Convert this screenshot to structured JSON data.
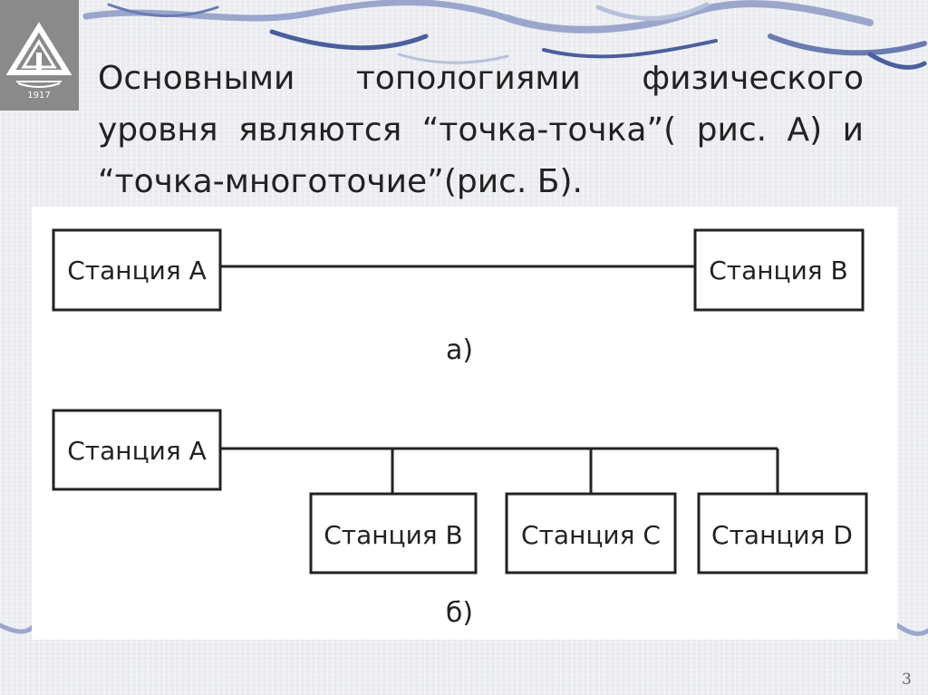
{
  "slide": {
    "title": "Основными топологиями физического уровня являются “точка-точка”( рис. А) и “точка-многоточие”(рис. Б).",
    "logo_year": "1917",
    "page_number": "3"
  },
  "diagram_a": {
    "station_left": "Станция А",
    "station_right": "Станция В",
    "caption": "а)"
  },
  "diagram_b": {
    "station_top": "Станция А",
    "station_1": "Станция В",
    "station_2": "Станция С",
    "station_3": "Станция D",
    "caption": "б)"
  },
  "colors": {
    "ribbon": "#4a5f9c",
    "ribbon_light": "#9aa6cc",
    "logo_bg": "#8a8a8a",
    "text": "#222222"
  }
}
